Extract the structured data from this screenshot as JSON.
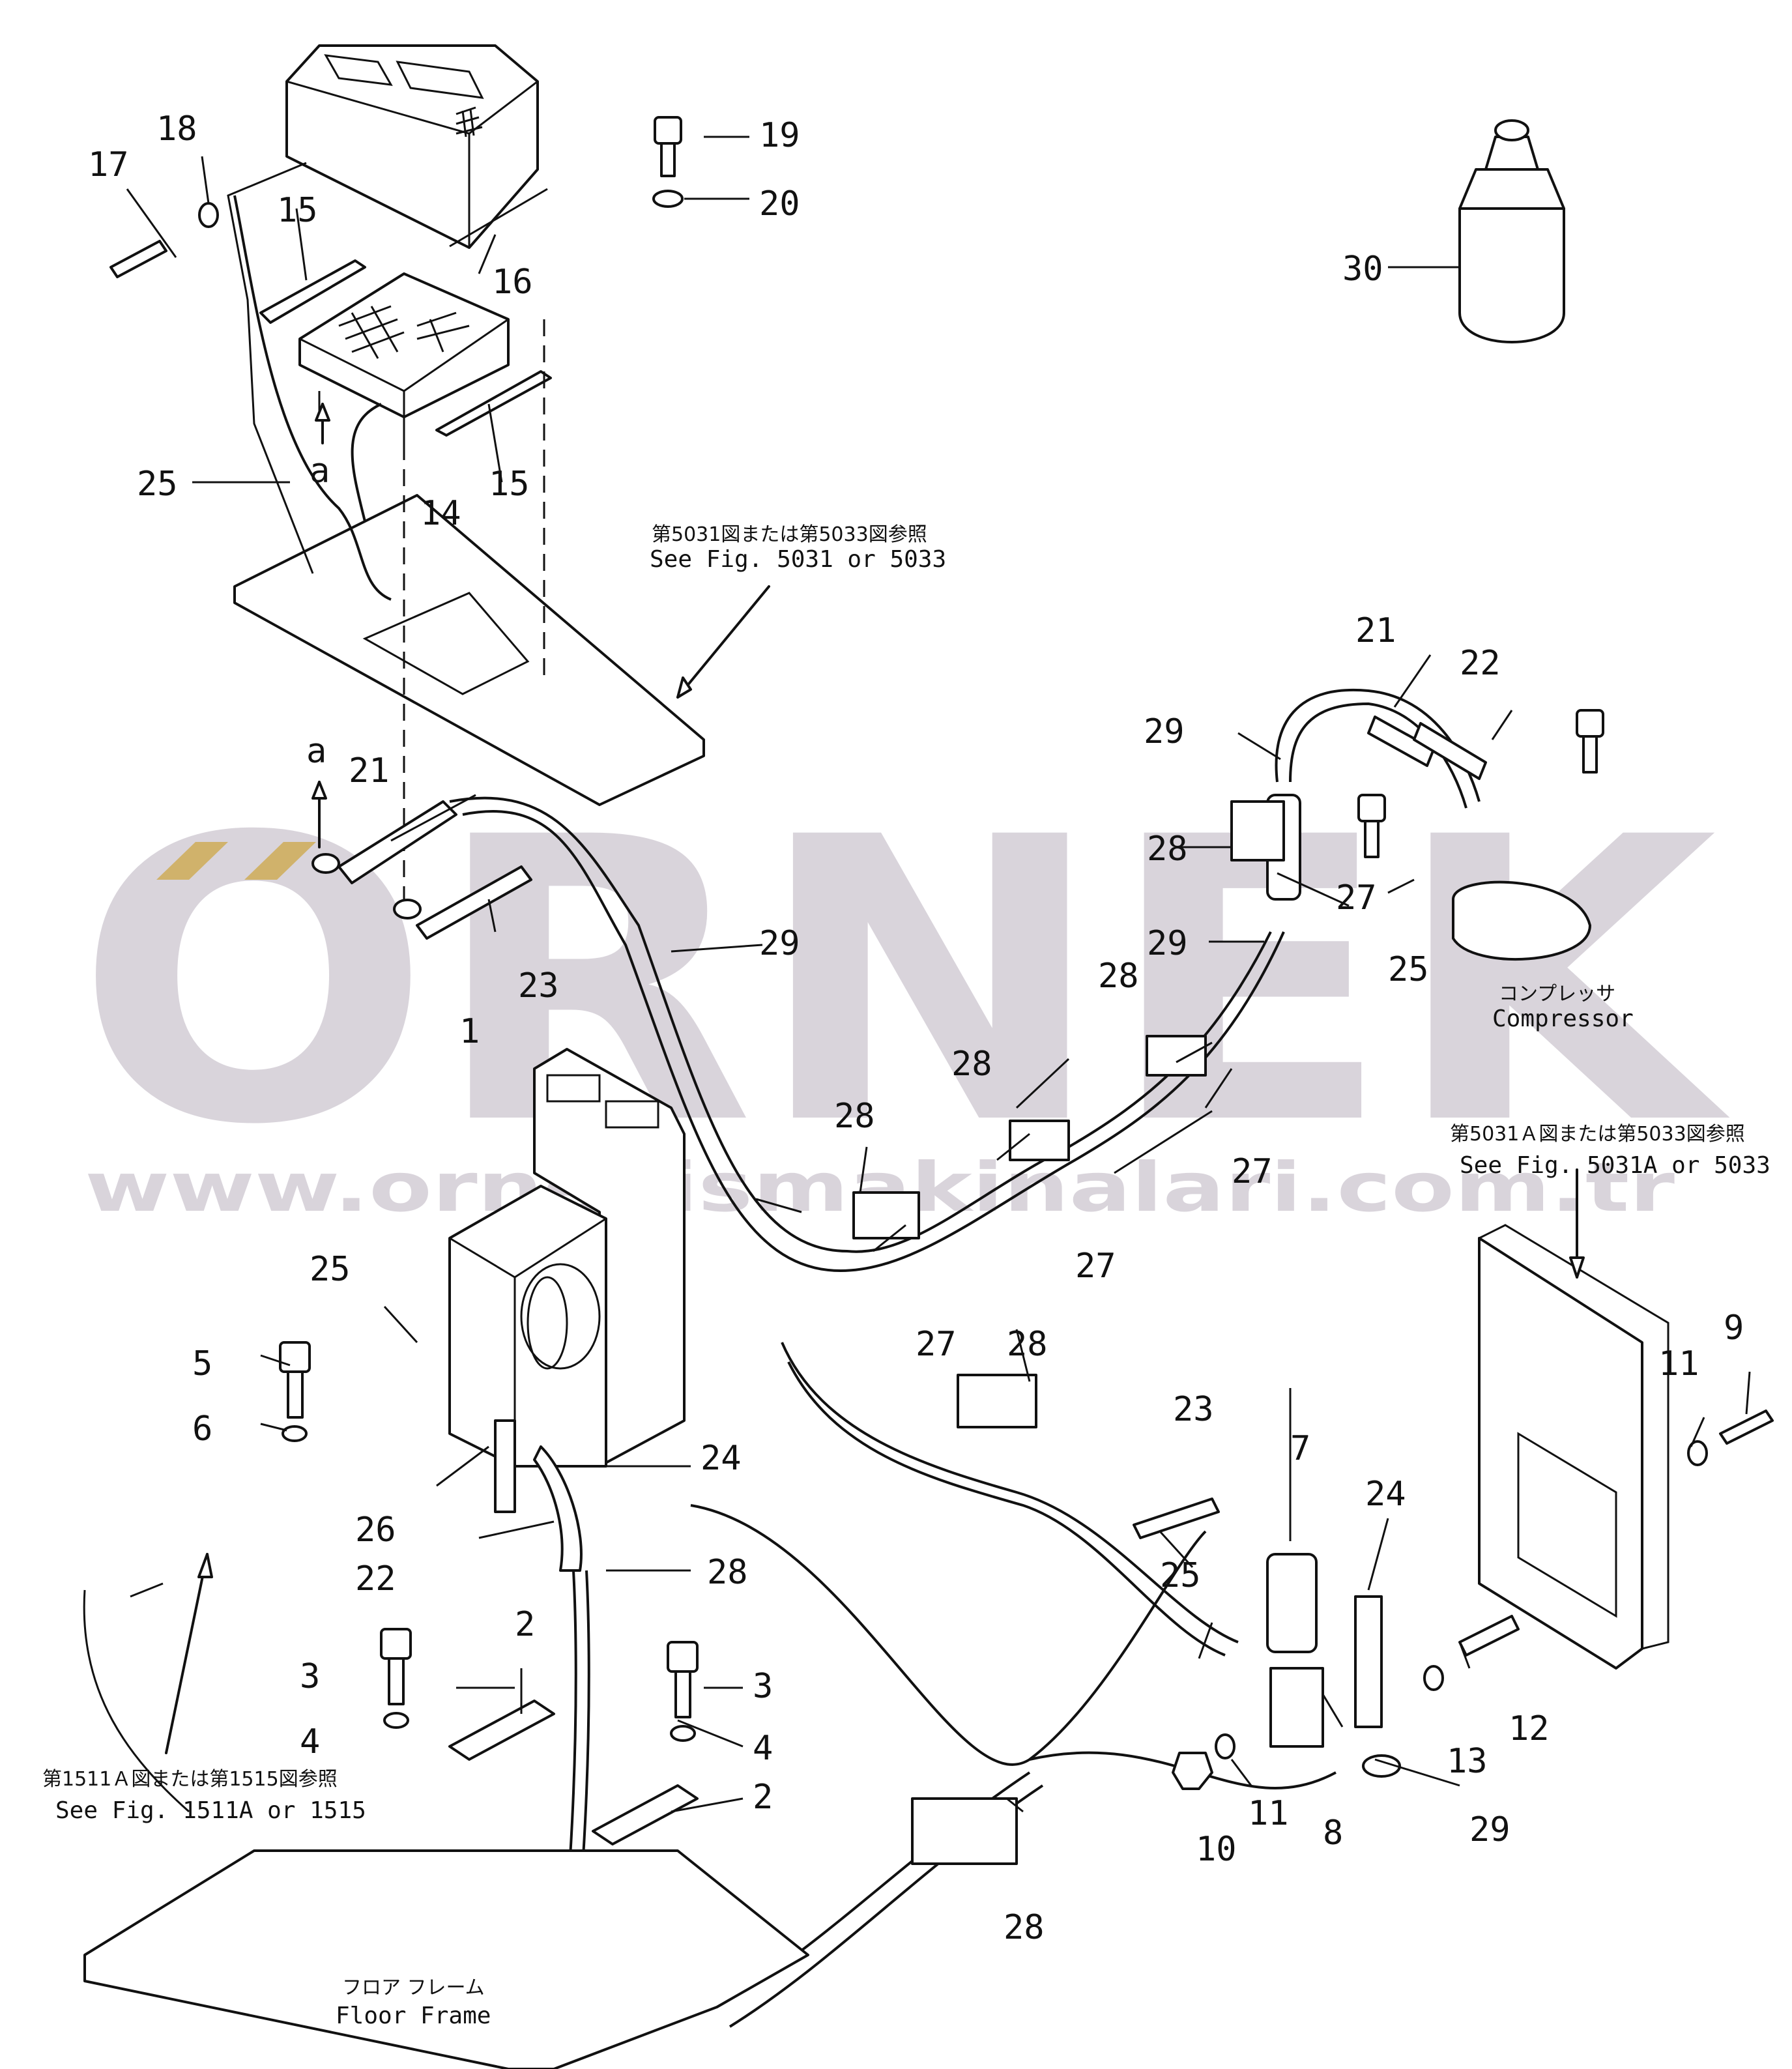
{
  "callouts": [
    {
      "id": "c1",
      "text": "1"
    },
    {
      "id": "c2a",
      "text": "2"
    },
    {
      "id": "c2b",
      "text": "2"
    },
    {
      "id": "c3a",
      "text": "3"
    },
    {
      "id": "c3b",
      "text": "3"
    },
    {
      "id": "c4a",
      "text": "4"
    },
    {
      "id": "c4b",
      "text": "4"
    },
    {
      "id": "c5",
      "text": "5"
    },
    {
      "id": "c6",
      "text": "6"
    },
    {
      "id": "c7",
      "text": "7"
    },
    {
      "id": "c8",
      "text": "8"
    },
    {
      "id": "c9",
      "text": "9"
    },
    {
      "id": "c10",
      "text": "10"
    },
    {
      "id": "c11a",
      "text": "11"
    },
    {
      "id": "c11b",
      "text": "11"
    },
    {
      "id": "c12",
      "text": "12"
    },
    {
      "id": "c13",
      "text": "13"
    },
    {
      "id": "c14",
      "text": "14"
    },
    {
      "id": "c15a",
      "text": "15"
    },
    {
      "id": "c15b",
      "text": "15"
    },
    {
      "id": "c16",
      "text": "16"
    },
    {
      "id": "c17",
      "text": "17"
    },
    {
      "id": "c18",
      "text": "18"
    },
    {
      "id": "c19",
      "text": "19"
    },
    {
      "id": "c20",
      "text": "20"
    },
    {
      "id": "c21a",
      "text": "21"
    },
    {
      "id": "c21b",
      "text": "21"
    },
    {
      "id": "c22a",
      "text": "22"
    },
    {
      "id": "c22b",
      "text": "22"
    },
    {
      "id": "c23a",
      "text": "23"
    },
    {
      "id": "c23b",
      "text": "23"
    },
    {
      "id": "c24a",
      "text": "24"
    },
    {
      "id": "c24b",
      "text": "24"
    },
    {
      "id": "c25a",
      "text": "25"
    },
    {
      "id": "c25b",
      "text": "25"
    },
    {
      "id": "c25c",
      "text": "25"
    },
    {
      "id": "c25d",
      "text": "25"
    },
    {
      "id": "c26",
      "text": "26"
    },
    {
      "id": "c27a",
      "text": "27"
    },
    {
      "id": "c27b",
      "text": "27"
    },
    {
      "id": "c27c",
      "text": "27"
    },
    {
      "id": "c27d",
      "text": "27"
    },
    {
      "id": "c28a",
      "text": "28"
    },
    {
      "id": "c28b",
      "text": "28"
    },
    {
      "id": "c28c",
      "text": "28"
    },
    {
      "id": "c28d",
      "text": "28"
    },
    {
      "id": "c28e",
      "text": "28"
    },
    {
      "id": "c28f",
      "text": "28"
    },
    {
      "id": "c28g",
      "text": "28"
    },
    {
      "id": "c29a",
      "text": "29"
    },
    {
      "id": "c29b",
      "text": "29"
    },
    {
      "id": "c29c",
      "text": "29"
    },
    {
      "id": "c29d",
      "text": "29"
    },
    {
      "id": "c30",
      "text": "30"
    },
    {
      "id": "ca1",
      "text": "a"
    },
    {
      "id": "ca2",
      "text": "a"
    }
  ],
  "notes": {
    "fig5031_jp": "第5031図または第5033図参照",
    "fig5031_en": "See Fig. 5031 or 5033",
    "fig5031a_jp": "第5031Ａ図または第5033図参照",
    "fig5031a_en": "See Fig. 5031A or 5033",
    "fig1511_jp": "第1511Ａ図または第1515図参照",
    "fig1511_en": "See Fig. 1511A or 1515",
    "compressor_jp": "コンプレッサ",
    "compressor_en": "Compressor",
    "floor_jp": "フロア フレーム",
    "floor_en": "Floor Frame"
  },
  "watermark": {
    "brand": "ORNEK",
    "url": "www.ornekismakinalari.com.tr",
    "color": "#8a7c93",
    "accent": "#f0c030"
  }
}
